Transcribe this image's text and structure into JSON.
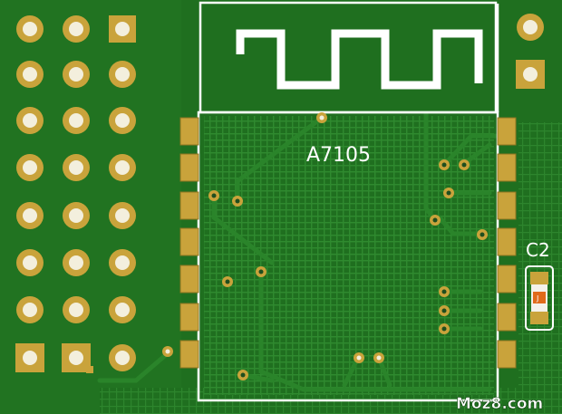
{
  "pcb": {
    "chip_label": "A7105",
    "capacitor_label": "C2",
    "resistor_code": "J",
    "watermark": "Moz8.com"
  },
  "colors": {
    "board": "#1f6f1f",
    "board_dark": "#175a17",
    "grid": "#2f8a2f",
    "pad": "#c9a33b",
    "pad_edge": "#8f7420",
    "hole": "#f3efdd",
    "silkscreen": "#ffffff"
  }
}
